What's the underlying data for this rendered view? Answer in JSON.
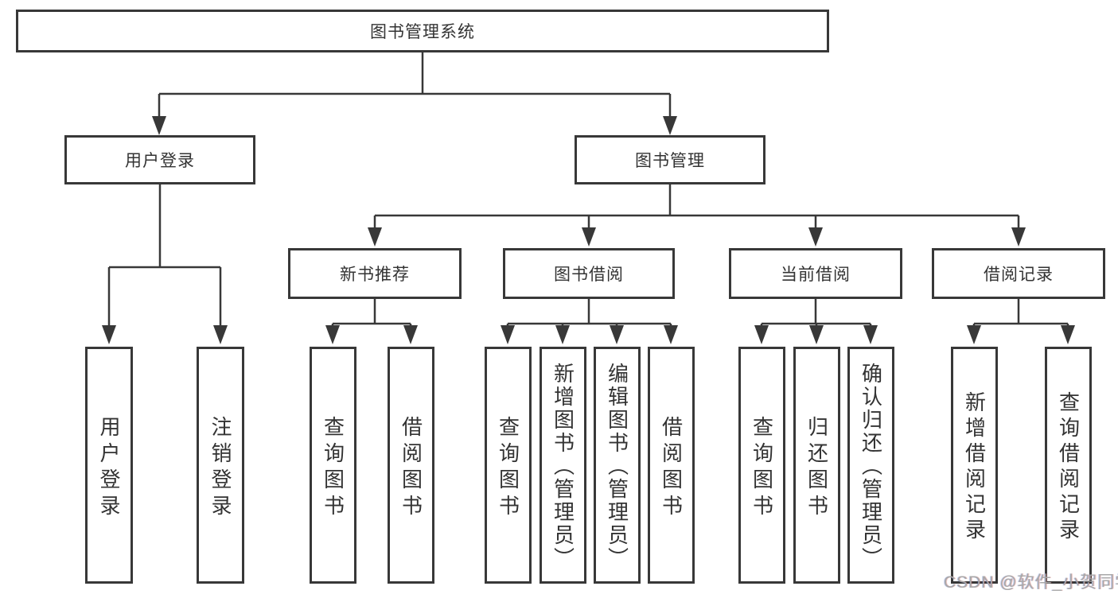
{
  "tree": {
    "root": {
      "label": "图书管理系统"
    },
    "children": [
      {
        "label": "用户登录",
        "leaves": [
          "用户登录",
          "注销登录"
        ]
      },
      {
        "label": "图书管理",
        "children": [
          {
            "label": "新书推荐",
            "leaves": [
              "查询图书",
              "借阅图书"
            ]
          },
          {
            "label": "图书借阅",
            "leaves": [
              "查询图书",
              "新增图书（管理员）",
              "编辑图书（管理员）",
              "借阅图书"
            ]
          },
          {
            "label": "当前借阅",
            "leaves": [
              "查询图书",
              "归还图书",
              "确认归还（管理员）"
            ]
          },
          {
            "label": "借阅记录",
            "leaves": [
              "新增借阅记录",
              "查询借阅记录"
            ]
          }
        ]
      }
    ]
  },
  "watermark": {
    "text": "CSDN @软件_小贺同学"
  },
  "colors": {
    "line": "#383838",
    "text": "#333333",
    "background": "#ffffff",
    "watermark": "#a8a8a8"
  }
}
